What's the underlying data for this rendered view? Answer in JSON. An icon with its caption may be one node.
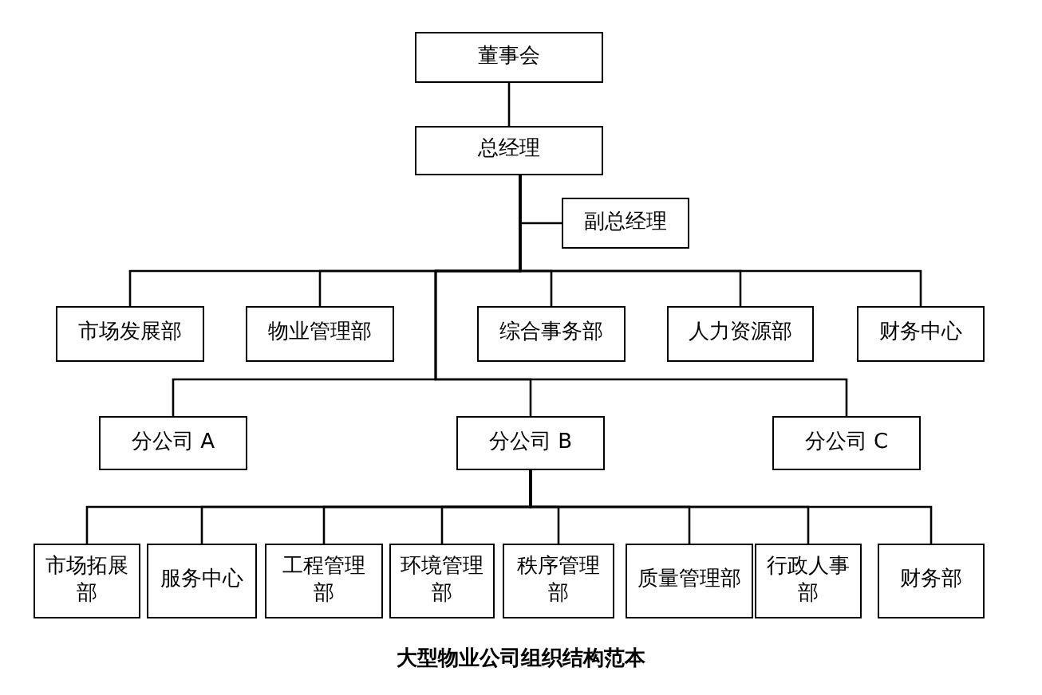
{
  "diagram": {
    "caption": "大型物业公司组织结构范本",
    "nodes": [
      {
        "text": [
          "董事会"
        ]
      },
      {
        "text": [
          "总经理"
        ]
      },
      {
        "text": [
          "副总经理"
        ]
      },
      {
        "text": [
          "市场发展部"
        ]
      },
      {
        "text": [
          "物业管理部"
        ]
      },
      {
        "text": [
          "综合事务部"
        ]
      },
      {
        "text": [
          "人力资源部"
        ]
      },
      {
        "text": [
          "财务中心"
        ]
      },
      {
        "text": [
          "分公司 A"
        ]
      },
      {
        "text": [
          "分公司 B"
        ]
      },
      {
        "text": [
          "分公司 C"
        ]
      },
      {
        "text": [
          "市场拓展部"
        ]
      },
      {
        "text": [
          "服务中心"
        ]
      },
      {
        "text": [
          "工程管理部"
        ]
      },
      {
        "text": [
          "环境管理部"
        ]
      },
      {
        "text": [
          "秩序管理部"
        ]
      },
      {
        "text": [
          "质量管理部"
        ]
      },
      {
        "text": [
          "行政人事部"
        ]
      },
      {
        "text": [
          "财务部"
        ]
      }
    ],
    "edges": [
      {
        "from": 0,
        "to": 1,
        "arrow": "none"
      },
      {
        "from": 1,
        "to": 2,
        "arrow": "none"
      },
      {
        "from": 1,
        "to": 3,
        "arrow": "none"
      },
      {
        "from": 1,
        "to": 4,
        "arrow": "none"
      },
      {
        "from": 1,
        "to": 5,
        "arrow": "none"
      },
      {
        "from": 1,
        "to": 6,
        "arrow": "none"
      },
      {
        "from": 1,
        "to": 7,
        "arrow": "none"
      },
      {
        "from": 1,
        "to": 8,
        "arrow": "none"
      },
      {
        "from": 1,
        "to": 9,
        "arrow": "none"
      },
      {
        "from": 1,
        "to": 10,
        "arrow": "none"
      },
      {
        "from": 9,
        "to": 11,
        "arrow": "none"
      },
      {
        "from": 9,
        "to": 12,
        "arrow": "none"
      },
      {
        "from": 9,
        "to": 13,
        "arrow": "none"
      },
      {
        "from": 9,
        "to": 14,
        "arrow": "none"
      },
      {
        "from": 9,
        "to": 15,
        "arrow": "none"
      },
      {
        "from": 9,
        "to": 16,
        "arrow": "none"
      },
      {
        "from": 9,
        "to": 17,
        "arrow": "none"
      },
      {
        "from": 9,
        "to": 18,
        "arrow": "none"
      }
    ]
  }
}
